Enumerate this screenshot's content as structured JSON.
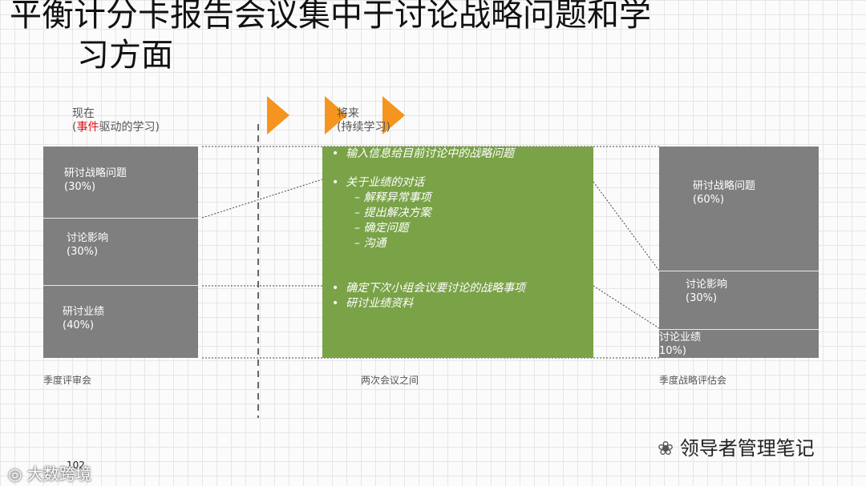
{
  "title": {
    "line1": "平衡计分卡报告会议集中于讨论战略问题和学",
    "line2": "习方面"
  },
  "current": {
    "label": "现在",
    "paren_open": "(",
    "highlight": "事件",
    "rest": "驱动的学习)",
    "blocks": [
      {
        "label": "研讨战略问题",
        "pct": "(30%)"
      },
      {
        "label": "讨论影响",
        "pct": "(30%)"
      },
      {
        "label": "研讨业绩",
        "pct": "(40%)"
      }
    ],
    "caption": "季度评审会"
  },
  "future": {
    "label": "将来",
    "sub": "(持续学习)",
    "bullet_mark": "•",
    "dash_mark": "–",
    "bullets": [
      {
        "text": "输入信息给目前讨论中的战略问题"
      },
      {
        "text": "关于业绩的对话",
        "subs": [
          "解释异常事项",
          "提出解决方案",
          "确定问题",
          "沟通"
        ]
      },
      {
        "text": "确定下次小组会议要讨论的战略事项"
      },
      {
        "text": "研讨业绩资料"
      }
    ],
    "caption": "两次会议之间"
  },
  "target": {
    "blocks": [
      {
        "label": "研讨战略问题",
        "pct": "(60%)"
      },
      {
        "label": "讨论影响",
        "pct": "(30%)"
      },
      {
        "label": "讨论业绩",
        "pct": "10%)"
      }
    ],
    "caption": "季度战略评估会"
  },
  "page_number": "102",
  "watermarks": {
    "left": "大数跨境",
    "right": "领导者管理笔记"
  },
  "colors": {
    "arrow": "#f5951f",
    "green": "#7aa247",
    "gray": "#7f7f7f",
    "highlight": "#e4141b"
  }
}
